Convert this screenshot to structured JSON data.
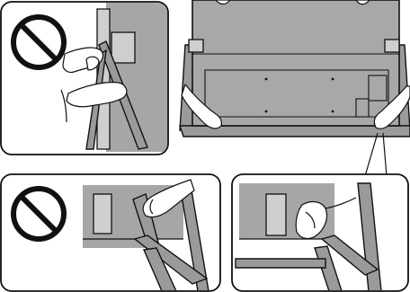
{
  "figure": {
    "panels": [
      {
        "id": "top-left",
        "verdict": "prohibited",
        "icon": "prohibition-icon"
      },
      {
        "id": "top-right",
        "verdict": "reference"
      },
      {
        "id": "bottom-left",
        "verdict": "prohibited",
        "icon": "prohibition-icon"
      },
      {
        "id": "bottom-right",
        "verdict": "correct"
      }
    ],
    "colors": {
      "ink": "#111111",
      "panel_gray": "#a6a6a6",
      "stand_gray": "#9a9a9a",
      "paper": "#ffffff"
    }
  }
}
